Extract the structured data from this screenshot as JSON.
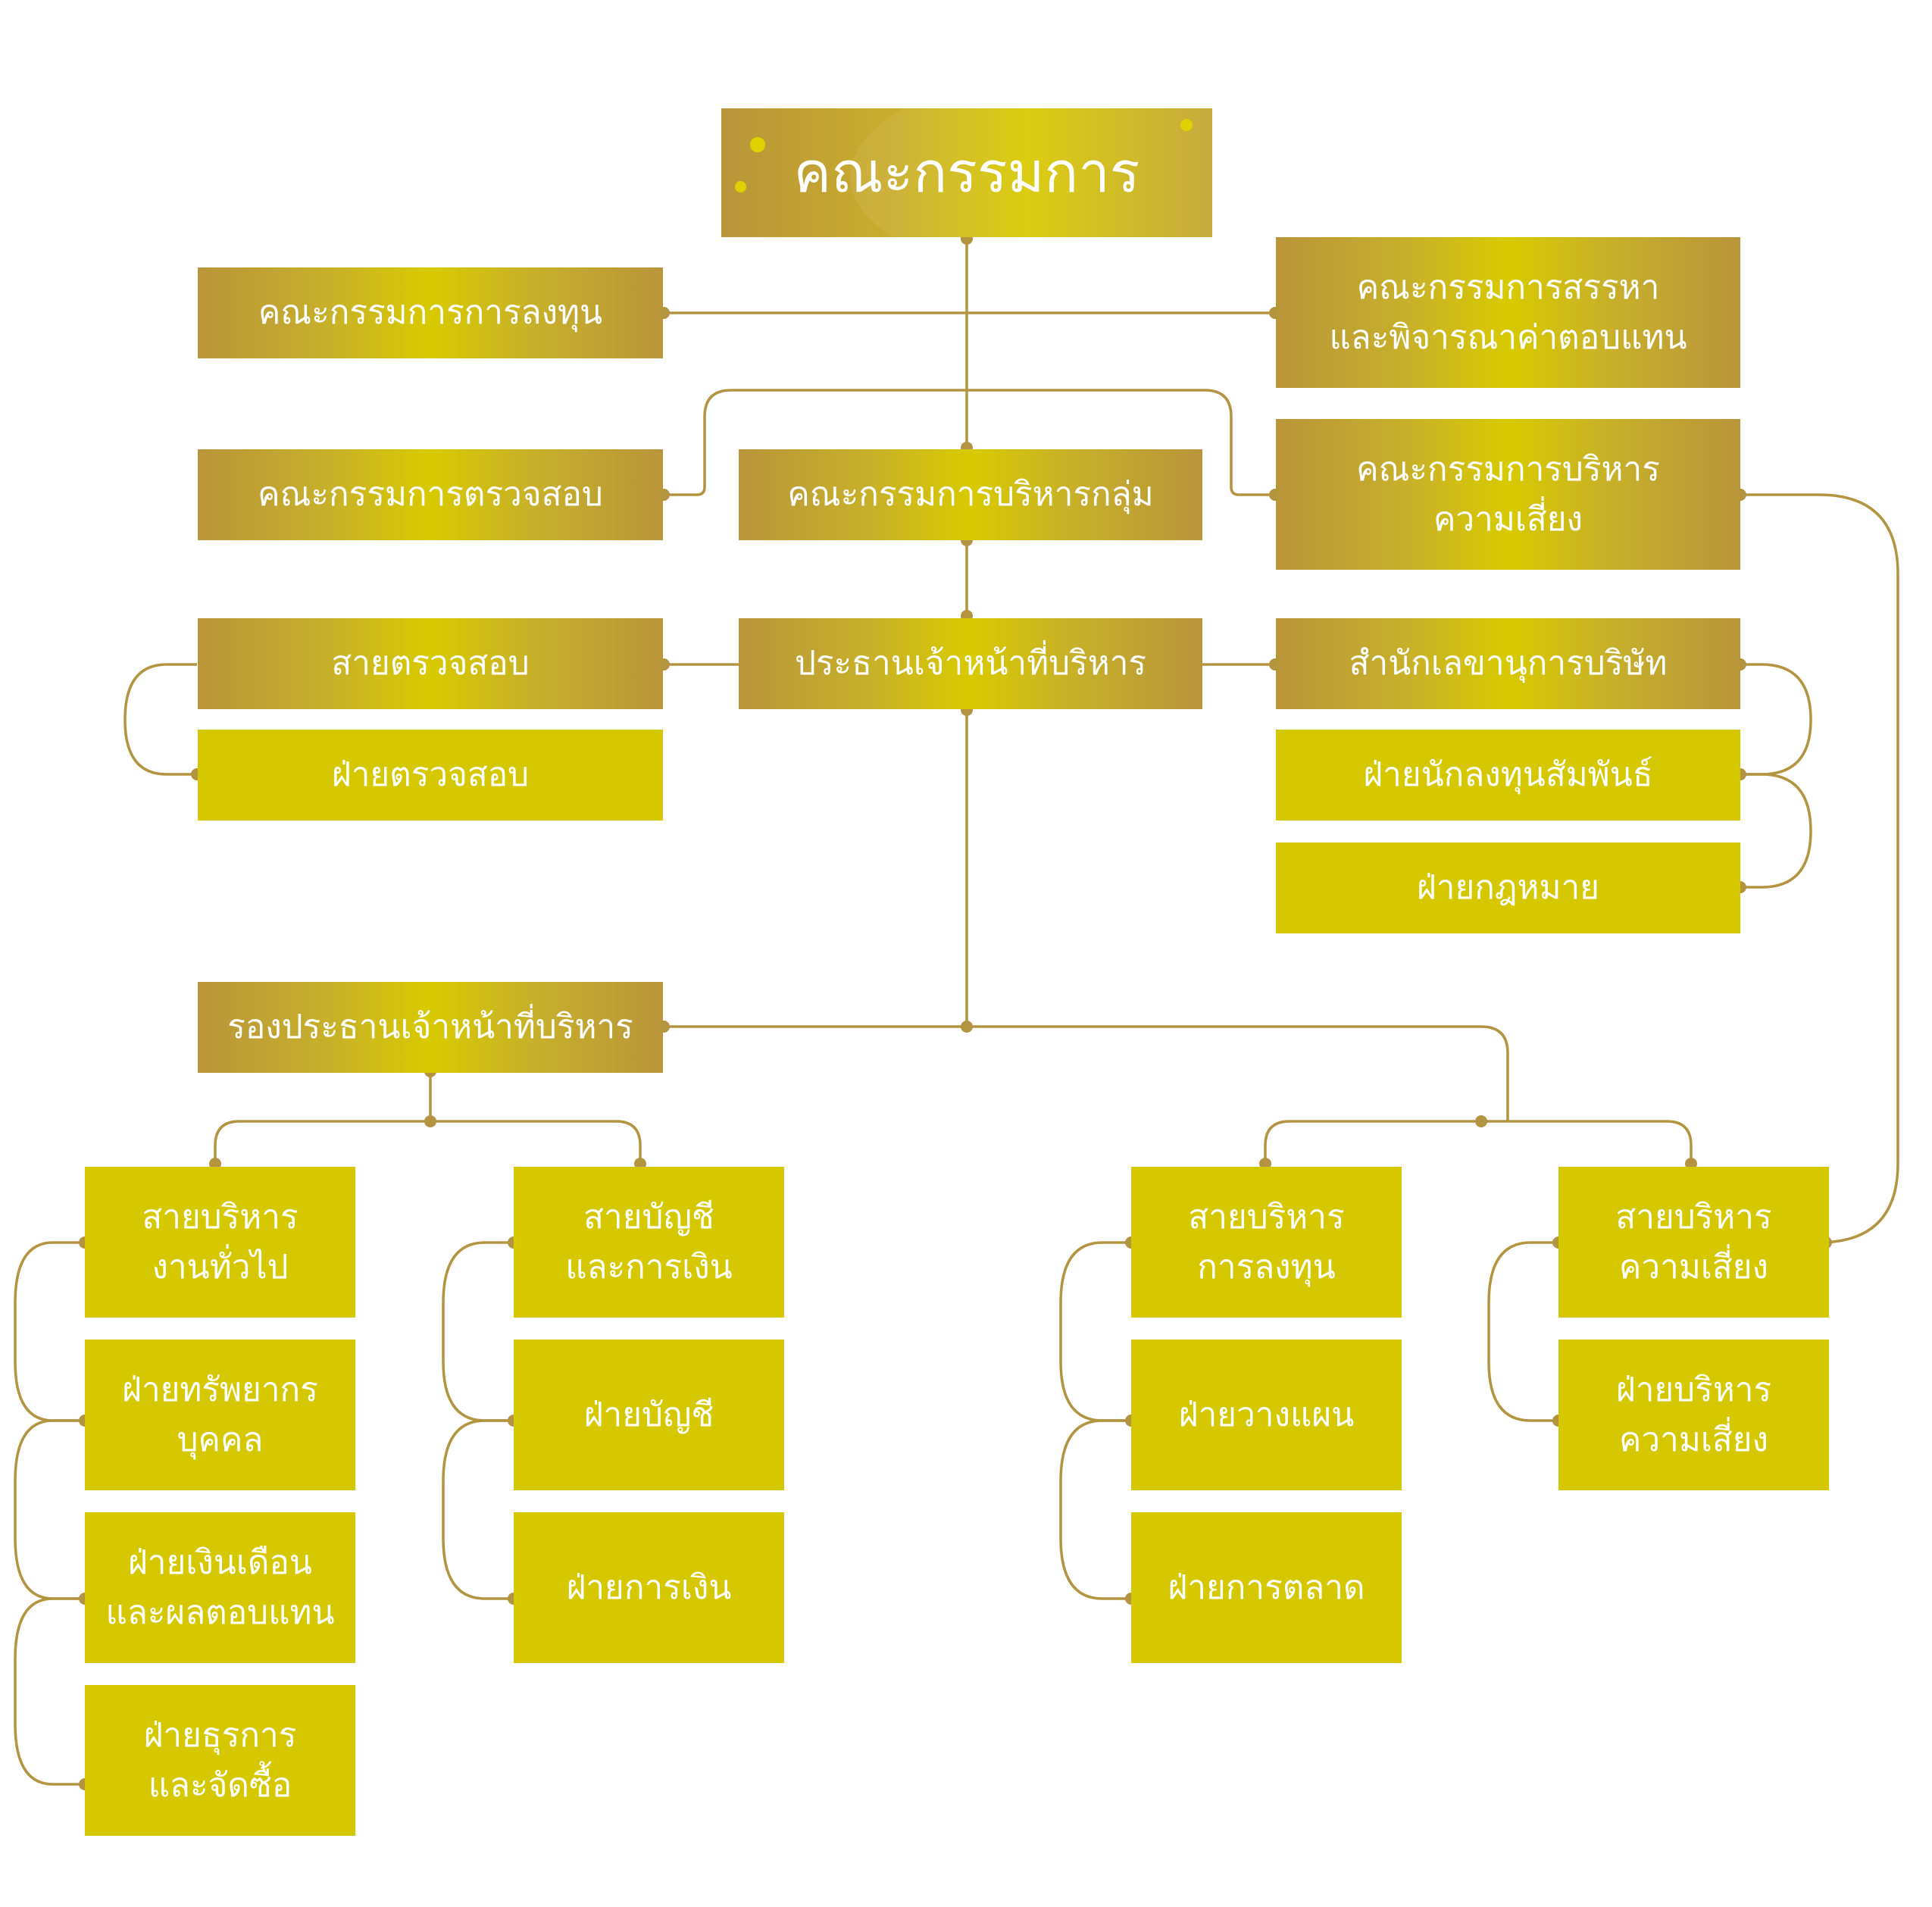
{
  "board": {
    "label": "คณะกรรมการ"
  },
  "committees": {
    "investment": "คณะกรรมการการลงทุน",
    "nomination": [
      "คณะกรรมการสรรหา",
      "และพิจารณาค่าตอบแทน"
    ],
    "audit": "คณะกรรมการตรวจสอบ",
    "group_executive": "คณะกรรมการบริหารกลุ่ม",
    "risk": [
      "คณะกรรมการบริหาร",
      "ความเสี่ยง"
    ]
  },
  "ceo": "ประธานเจ้าหน้าที่บริหาร",
  "audit_line": {
    "title": "สายตรวจสอบ",
    "department": "ฝ่ายตรวจสอบ"
  },
  "company_secretary": {
    "title": "สำนักเลขานุการบริษัท",
    "departments": [
      "ฝ่ายนักลงทุนสัมพันธ์",
      "ฝ่ายกฎหมาย"
    ]
  },
  "deputy_ceo": "รองประธานเจ้าหน้าที่บริหาร",
  "divisions": {
    "general_admin": {
      "title": [
        "สายบริหาร",
        "งานทั่วไป"
      ],
      "departments": [
        [
          "ฝ่ายทรัพยากร",
          "บุคคล"
        ],
        [
          "ฝ่ายเงินเดือน",
          "และผลตอบแทน"
        ],
        [
          "ฝ่ายธุรการ",
          "และจัดซื้อ"
        ]
      ]
    },
    "accounting_finance": {
      "title": [
        "สายบัญชี",
        "และการเงิน"
      ],
      "departments": [
        "ฝ่ายบัญชี",
        "ฝ่ายการเงิน"
      ]
    },
    "investment_admin": {
      "title": [
        "สายบริหาร",
        "การลงทุน"
      ],
      "departments": [
        "ฝ่ายวางแผน",
        "ฝ่ายการตลาด"
      ]
    },
    "risk_admin": {
      "title": [
        "สายบริหาร",
        "ความเสี่ยง"
      ],
      "departments": [
        [
          "ฝ่ายบริหาร",
          "ความเสี่ยง"
        ]
      ]
    }
  },
  "colors": {
    "gold": "#b9953a",
    "yellow": "#d6c800",
    "connector": "#b39440",
    "text": "#ffffff"
  }
}
